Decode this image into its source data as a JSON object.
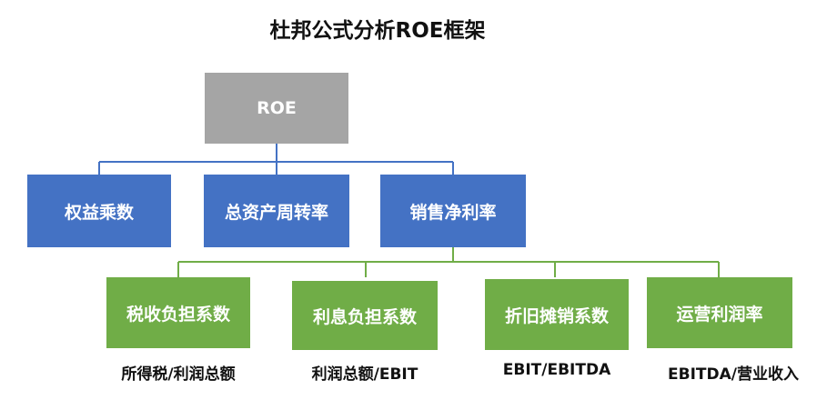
{
  "title": "杜邦公式分析ROE框架",
  "root": {
    "label": "ROE",
    "color": "#a5a5a5"
  },
  "level1": [
    {
      "label": "权益乘数"
    },
    {
      "label": "总资产周转率"
    },
    {
      "label": "销售净利率"
    }
  ],
  "level2": [
    {
      "label": "税收负担系数",
      "caption": "所得税/利润总额"
    },
    {
      "label": "利息负担系数",
      "caption": "利润总额/EBIT"
    },
    {
      "label": "折旧摊销系数",
      "caption": "EBIT/EBITDA"
    },
    {
      "label": "运营利润率",
      "caption": "EBITDA/营业收入"
    }
  ],
  "colors": {
    "root": "#a5a5a5",
    "level1": "#4472c4",
    "level2": "#70ad47",
    "connector_blue": "#4472c4",
    "connector_green": "#70ad47"
  }
}
